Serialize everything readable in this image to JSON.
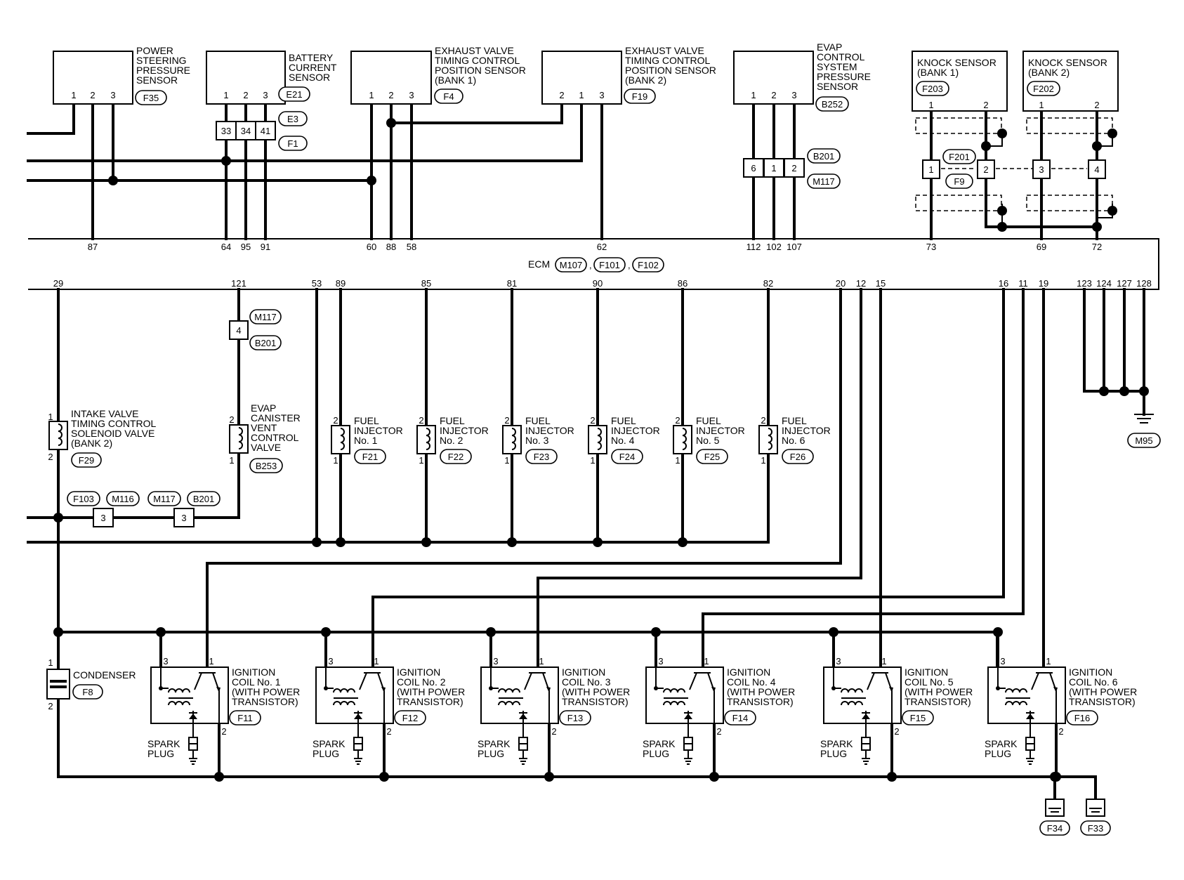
{
  "colors": {
    "wire": "#000000",
    "background": "#ffffff"
  },
  "top_components": [
    {
      "id": "ps",
      "label": [
        "POWER",
        "STEERING",
        "PRESSURE",
        "SENSOR"
      ],
      "connector": "F35",
      "pins": [
        "1",
        "2",
        "3"
      ]
    },
    {
      "id": "bc",
      "label": [
        "BATTERY",
        "CURRENT",
        "SENSOR"
      ],
      "connector": "E21",
      "pins": [
        "1",
        "2",
        "3"
      ]
    },
    {
      "id": "ev1",
      "label": [
        "EXHAUST VALVE",
        "TIMING CONTROL",
        "POSITION SENSOR",
        "(BANK 1)"
      ],
      "connector": "F4",
      "pins": [
        "1",
        "2",
        "3"
      ]
    },
    {
      "id": "ev2",
      "label": [
        "EXHAUST VALVE",
        "TIMING CONTROL",
        "POSITION SENSOR",
        "(BANK 2)"
      ],
      "connector": "F19",
      "pins": [
        "2",
        "1",
        "3"
      ]
    },
    {
      "id": "evap",
      "label": [
        "EVAP",
        "CONTROL",
        "SYSTEM",
        "PRESSURE",
        "SENSOR"
      ],
      "connector": "B252",
      "pins": [
        "1",
        "2",
        "3"
      ]
    },
    {
      "id": "ks1",
      "label": [
        "KNOCK SENSOR",
        "(BANK 1)"
      ],
      "connector": "F203",
      "pins": [
        "1",
        "2"
      ]
    },
    {
      "id": "ks2",
      "label": [
        "KNOCK SENSOR",
        "(BANK 2)"
      ],
      "connector": "F202",
      "pins": [
        "1",
        "2"
      ]
    }
  ],
  "inline_connectors": {
    "e3_f1": {
      "tags": [
        "E3",
        "F1"
      ],
      "pins": [
        "33",
        "34",
        "41"
      ]
    },
    "b201_m117": {
      "tags": [
        "B201",
        "M117"
      ],
      "pins": [
        "6",
        "1",
        "2"
      ]
    },
    "f201_f9": {
      "tags": [
        "F201",
        "F9"
      ],
      "pins": [
        "1",
        "2",
        "3",
        "4"
      ]
    },
    "m117_b201": {
      "tags": [
        "M117",
        "B201"
      ],
      "pin": "4"
    },
    "f103_m116": {
      "tags": [
        "F103",
        "M116"
      ],
      "pin": "3"
    },
    "m117_b201_b": {
      "tags": [
        "M117",
        "B201"
      ],
      "pin": "3"
    }
  },
  "ecm": {
    "label": "ECM",
    "connectors": [
      "M107",
      "F101",
      "F102"
    ],
    "top_pins": [
      "87",
      "64",
      "95",
      "91",
      "60",
      "88",
      "58",
      "62",
      "112",
      "102",
      "107",
      "73",
      "69",
      "72"
    ],
    "bottom_pins": [
      "29",
      "121",
      "53",
      "89",
      "85",
      "81",
      "90",
      "86",
      "82",
      "20",
      "12",
      "15",
      "16",
      "11",
      "19",
      "123",
      "124",
      "127",
      "128"
    ]
  },
  "ecm_ground": "M95",
  "intake_valve": {
    "label": [
      "INTAKE VALVE",
      "TIMING CONTROL",
      "SOLENOID VALVE",
      "(BANK 2)"
    ],
    "connector": "F29",
    "pins": [
      "1",
      "2"
    ]
  },
  "evap_vent": {
    "label": [
      "EVAP",
      "CANISTER",
      "VENT",
      "CONTROL",
      "VALVE"
    ],
    "connector": "B253",
    "pins": [
      "2",
      "1"
    ]
  },
  "injectors": [
    {
      "label": [
        "FUEL",
        "INJECTOR",
        "No. 1"
      ],
      "connector": "F21"
    },
    {
      "label": [
        "FUEL",
        "INJECTOR",
        "No. 2"
      ],
      "connector": "F22"
    },
    {
      "label": [
        "FUEL",
        "INJECTOR",
        "No. 3"
      ],
      "connector": "F23"
    },
    {
      "label": [
        "FUEL",
        "INJECTOR",
        "No. 4"
      ],
      "connector": "F24"
    },
    {
      "label": [
        "FUEL",
        "INJECTOR",
        "No. 5"
      ],
      "connector": "F25"
    },
    {
      "label": [
        "FUEL",
        "INJECTOR",
        "No. 6"
      ],
      "connector": "F26"
    }
  ],
  "injector_pins": [
    "2",
    "1"
  ],
  "condenser": {
    "label": "CONDENSER",
    "connector": "F8",
    "pins": [
      "1",
      "2"
    ]
  },
  "coils": [
    {
      "label": [
        "IGNITION",
        "COIL No. 1",
        "(WITH POWER",
        "TRANSISTOR)"
      ],
      "connector": "F11"
    },
    {
      "label": [
        "IGNITION",
        "COIL No. 2",
        "(WITH POWER",
        "TRANSISTOR)"
      ],
      "connector": "F12"
    },
    {
      "label": [
        "IGNITION",
        "COIL No. 3",
        "(WITH POWER",
        "TRANSISTOR)"
      ],
      "connector": "F13"
    },
    {
      "label": [
        "IGNITION",
        "COIL No. 4",
        "(WITH POWER",
        "TRANSISTOR)"
      ],
      "connector": "F14"
    },
    {
      "label": [
        "IGNITION",
        "COIL No. 5",
        "(WITH POWER",
        "TRANSISTOR)"
      ],
      "connector": "F15"
    },
    {
      "label": [
        "IGNITION",
        "COIL No. 6",
        "(WITH POWER",
        "TRANSISTOR)"
      ],
      "connector": "F16"
    }
  ],
  "coil_pins": [
    "3",
    "1",
    "2"
  ],
  "spark_plug_label": [
    "SPARK",
    "PLUG"
  ],
  "grounds": [
    "F34",
    "F33"
  ]
}
